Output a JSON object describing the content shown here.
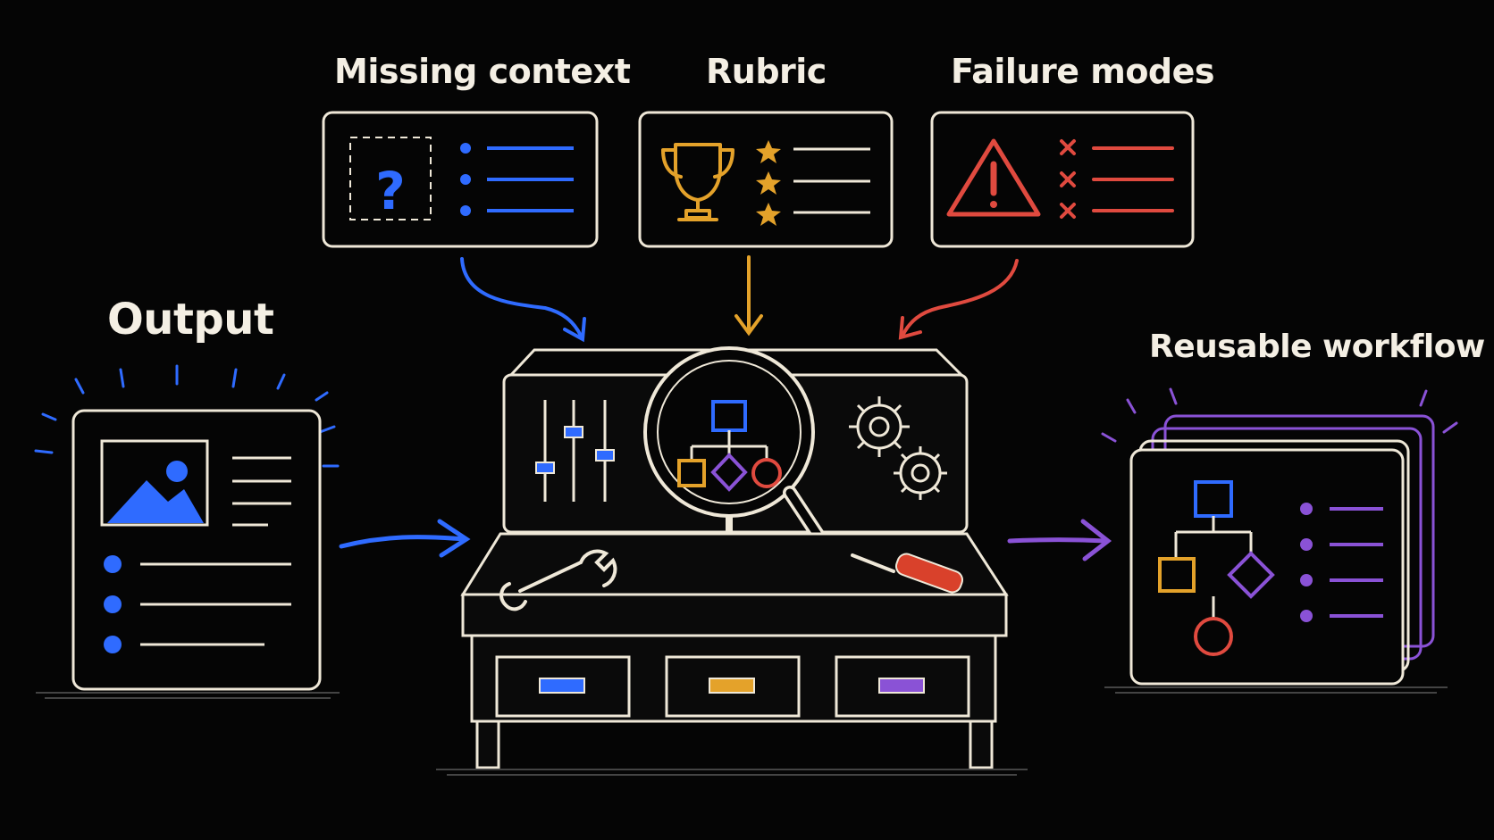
{
  "labels": {
    "missing_context": "Missing context",
    "rubric": "Rubric",
    "failure_modes": "Failure modes",
    "output": "Output",
    "reusable_workflow": "Reusable workflow"
  },
  "icons": {
    "missing_context": "question-mark-icon",
    "rubric": "trophy-icon",
    "failure_modes": "warning-triangle-icon",
    "output": "document-image-icon",
    "workbench": "workbench-icon",
    "reusable": "flowchart-stack-icon"
  },
  "colors": {
    "background": "#050505",
    "chalk": "#efe8d8",
    "blue": "#2f6bff",
    "gold": "#e4a22a",
    "red": "#e04a3f",
    "purple": "#8a52d6"
  }
}
